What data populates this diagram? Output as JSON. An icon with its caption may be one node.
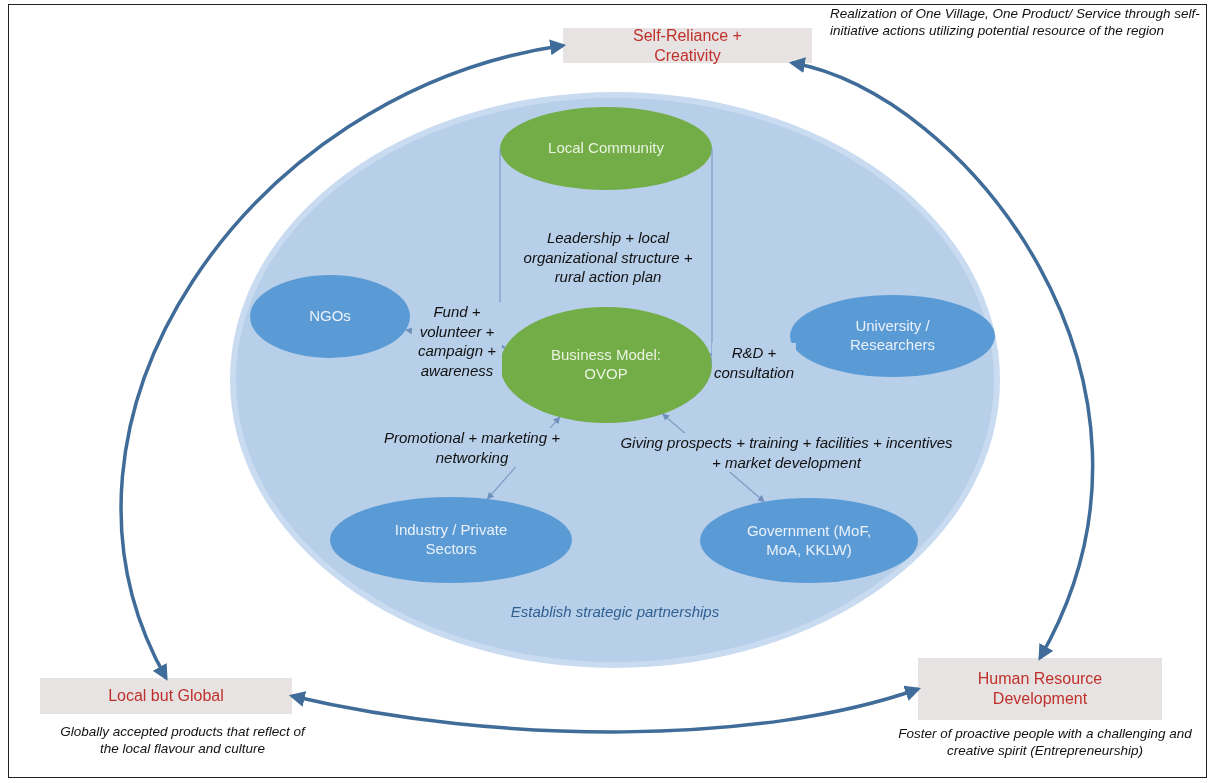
{
  "diagram": {
    "nodes": [
      {
        "text": [
          "Establish strategic partnerships"
        ]
      },
      {
        "text": [
          "Local Community"
        ],
        "in": 0
      },
      {
        "text": [
          "Business Model: OVOP"
        ],
        "in": 0
      },
      {
        "text": [
          "NGOs"
        ],
        "in": 0
      },
      {
        "text": [
          "University / Researchers"
        ],
        "in": 0
      },
      {
        "text": [
          "Industry / Private Sectors"
        ],
        "in": 0
      },
      {
        "text": [
          "Government (MoF, MoA, KKLW)"
        ],
        "in": 0
      },
      {
        "text": [
          "Self-Reliance + Creativity"
        ],
        "beside": [
          "Realization of One Village, One Product/ Service through self-initiative actions utilizing potential resource of the region"
        ]
      },
      {
        "text": [
          "Local but Global"
        ],
        "beside": [
          "Globally accepted products that reflect of the local flavour and culture"
        ]
      },
      {
        "text": [
          "Human Resource Development"
        ],
        "beside": [
          "Foster of proactive people with a challenging and creative spirit (Entrepreneurship)"
        ]
      }
    ],
    "edges": [
      {
        "from": 1,
        "to": 2,
        "arrow": "none",
        "label": "Leadership + local organizational structure + rural action plan"
      },
      {
        "from": 3,
        "to": 2,
        "arrow": "both",
        "label": "Fund + volunteer + campaign + awareness"
      },
      {
        "from": 4,
        "to": 2,
        "arrow": "both",
        "label": "R&D + consultation"
      },
      {
        "from": 5,
        "to": 2,
        "arrow": "both",
        "label": "Promotional + marketing + networking"
      },
      {
        "from": 6,
        "to": 2,
        "arrow": "both",
        "label": "Giving prospects + training + facilities + incentives + market development"
      },
      {
        "from": 7,
        "to": 8,
        "arrow": "both",
        "style": "thick"
      },
      {
        "from": 7,
        "to": 9,
        "arrow": "both",
        "style": "thick"
      },
      {
        "from": 8,
        "to": 9,
        "arrow": "both",
        "style": "thick"
      }
    ]
  }
}
